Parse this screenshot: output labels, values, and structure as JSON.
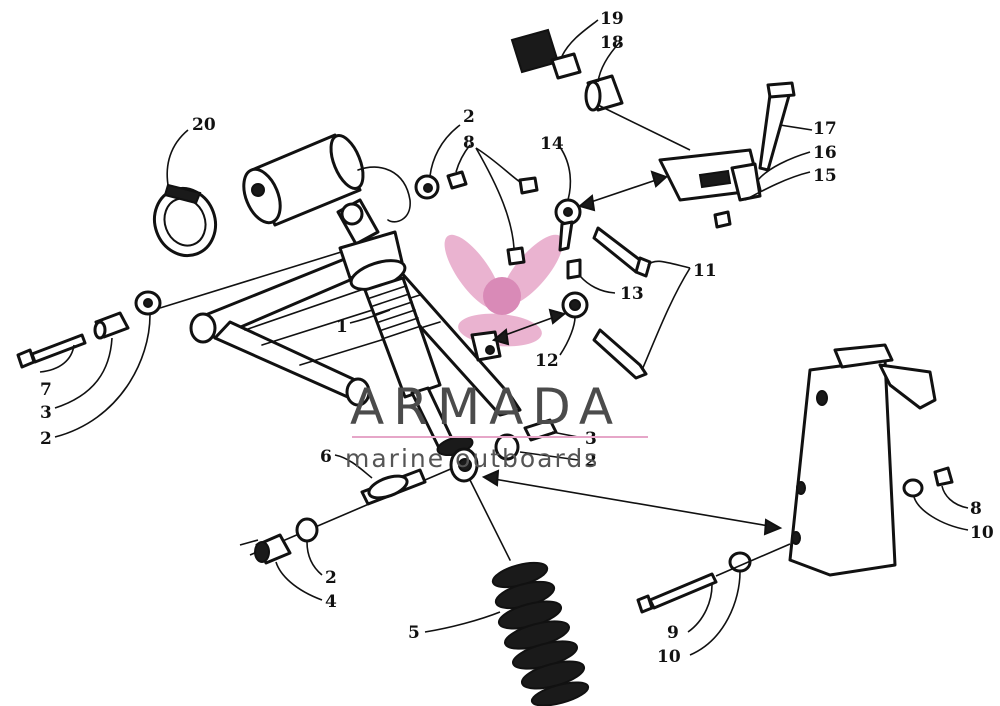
{
  "watermark": {
    "brand": "ARMADA",
    "tagline": "marine outboards",
    "accent_color": "#e6a6c8"
  },
  "callouts": [
    {
      "id": "c1",
      "label": "1"
    },
    {
      "id": "c2a",
      "label": "2"
    },
    {
      "id": "c2b",
      "label": "2"
    },
    {
      "id": "c2c",
      "label": "2"
    },
    {
      "id": "c2d",
      "label": "2"
    },
    {
      "id": "c3a",
      "label": "3"
    },
    {
      "id": "c3b",
      "label": "3"
    },
    {
      "id": "c4",
      "label": "4"
    },
    {
      "id": "c5",
      "label": "5"
    },
    {
      "id": "c6",
      "label": "6"
    },
    {
      "id": "c7",
      "label": "7"
    },
    {
      "id": "c8a",
      "label": "8"
    },
    {
      "id": "c8b",
      "label": "8"
    },
    {
      "id": "c9",
      "label": "9"
    },
    {
      "id": "c10a",
      "label": "10"
    },
    {
      "id": "c10b",
      "label": "10"
    },
    {
      "id": "c11",
      "label": "11"
    },
    {
      "id": "c12",
      "label": "12"
    },
    {
      "id": "c13",
      "label": "13"
    },
    {
      "id": "c14",
      "label": "14"
    },
    {
      "id": "c15",
      "label": "15"
    },
    {
      "id": "c16",
      "label": "16"
    },
    {
      "id": "c17",
      "label": "17"
    },
    {
      "id": "c18",
      "label": "18"
    },
    {
      "id": "c19",
      "label": "19"
    },
    {
      "id": "c20",
      "label": "20"
    }
  ]
}
